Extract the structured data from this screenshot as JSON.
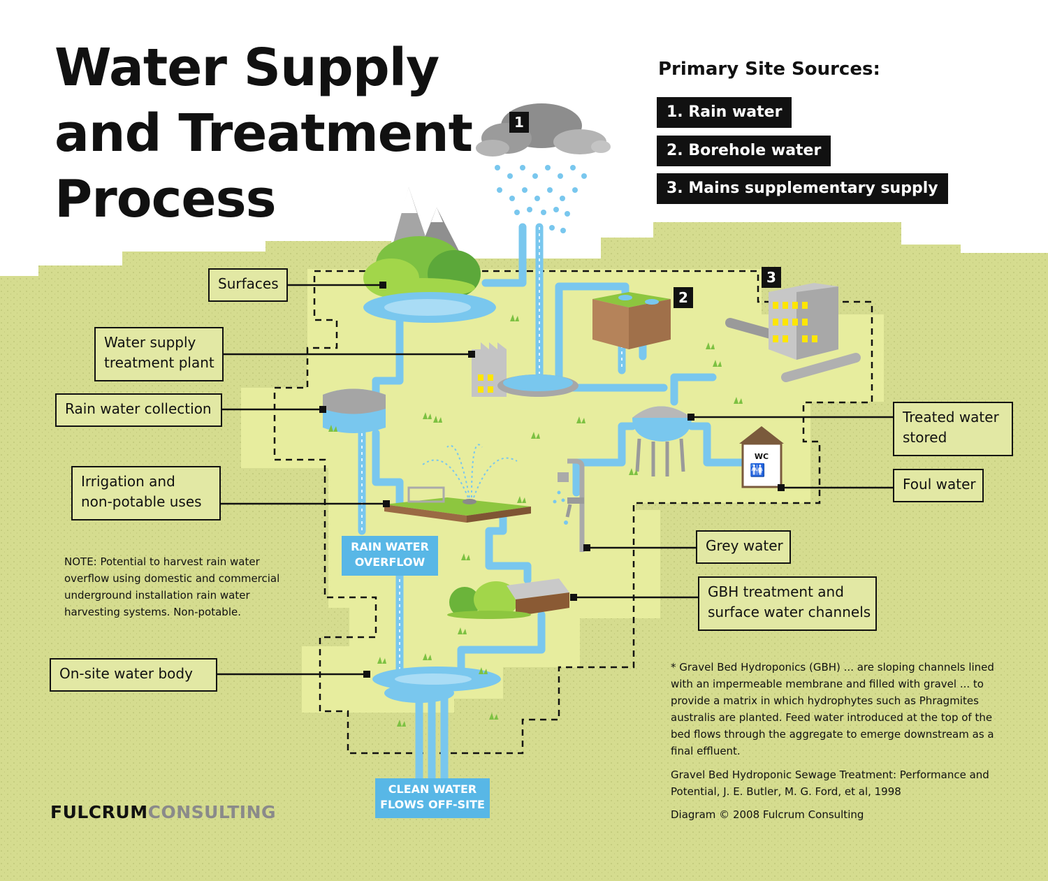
{
  "title": {
    "line1": "Water Supply",
    "line2": "and Treatment",
    "line3": "Process"
  },
  "sources": {
    "heading": "Primary Site Sources:",
    "items": [
      "1. Rain water",
      "2. Borehole water",
      "3. Mains supplementary supply"
    ]
  },
  "badges": [
    "1",
    "2",
    "3"
  ],
  "labels": {
    "surfaces": "Surfaces",
    "treatment_plant": [
      "Water supply",
      "treatment plant"
    ],
    "rain_collection": "Rain water collection",
    "irrigation": [
      "Irrigation and",
      "non-potable uses"
    ],
    "on_site_water_body": "On-site water body",
    "treated_water": [
      "Treated water",
      "stored"
    ],
    "foul_water": "Foul water",
    "grey_water": "Grey water",
    "gbh_treatment": [
      "GBH treatment and",
      "surface water channels"
    ]
  },
  "tags": {
    "overflow": [
      "RAIN WATER",
      "OVERFLOW"
    ],
    "clean": [
      "CLEAN WATER",
      "FLOWS OFF-SITE"
    ]
  },
  "wc_sign": "WC",
  "note": "NOTE: Potential to harvest rain water overflow using domestic and commercial underground installation rain water harvesting systems. Non-potable.",
  "reference": {
    "gbh": "* Gravel Bed Hydroponics (GBH) ... are sloping channels lined with an impermeable membrane and filled with gravel ... to provide a matrix in which hydrophytes such as Phragmites australis are planted. Feed water introduced at the top of the bed flows through the aggregate to emerge downstream as a final effluent.",
    "citation": "Gravel Bed Hydroponic Sewage Treatment: Performance and Potential, J. E. Butler, M. G. Ford, et al, 1998",
    "copyright": "Diagram © 2008 Fulcrum Consulting"
  },
  "logo": {
    "part1": "FULCRUM",
    "part2": "CONSULTING"
  },
  "colors": {
    "ground": "#d5dc8f",
    "site": "#e7ed9e",
    "water": "#79c7ee",
    "tag": "#58b7e6",
    "text": "#111111"
  }
}
